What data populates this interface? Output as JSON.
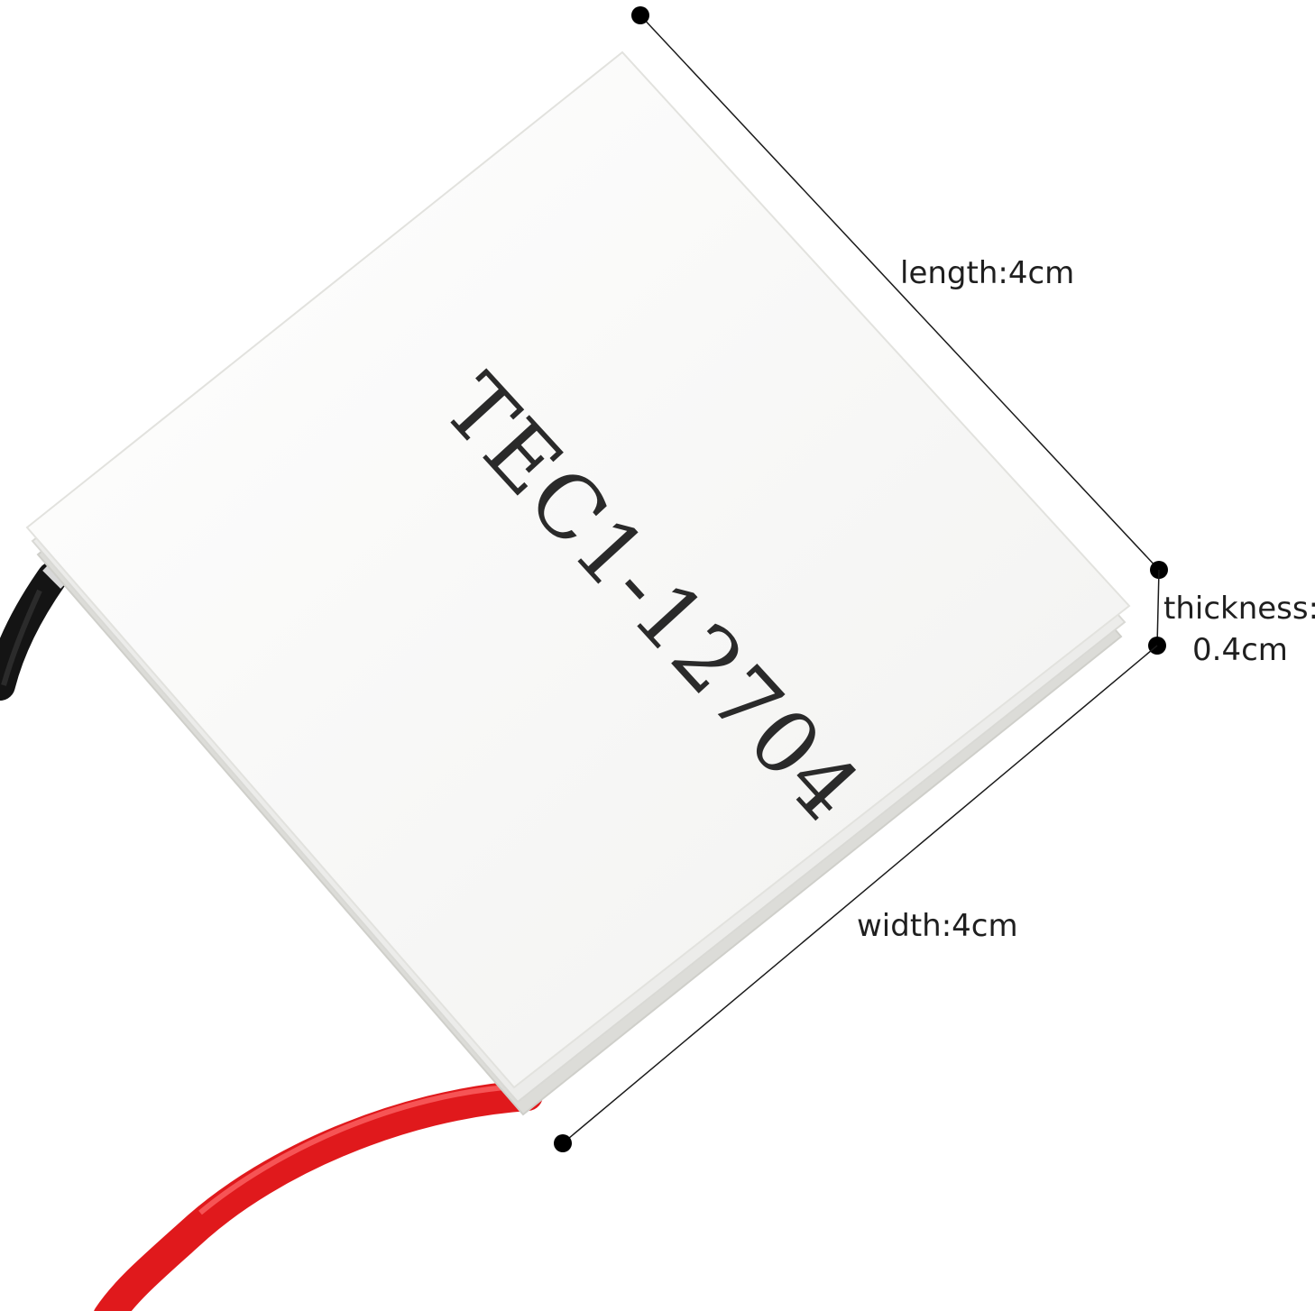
{
  "product": {
    "model_marking": "TEC1-12704",
    "colors": {
      "plate": "#f7f7f5",
      "plate_edge": "#e2e2de",
      "marking_ink": "#2a2a2a",
      "wire_positive": "#e0191c",
      "wire_negative": "#141414",
      "dimension_line": "#1a1a1a"
    }
  },
  "dimensions": {
    "length_label": "length:4cm",
    "width_label": "width:4cm",
    "thickness_label_line1": "thickness:",
    "thickness_label_line2": "0.4cm"
  }
}
